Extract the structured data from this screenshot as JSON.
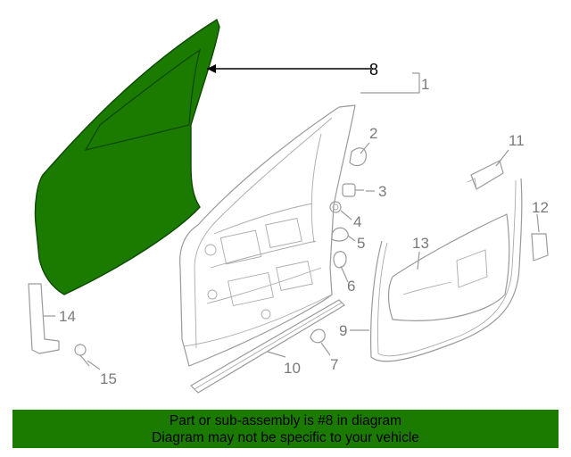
{
  "colors": {
    "highlight_part": "#1b7a00",
    "footer_bg": "#1b7a00",
    "line": "#9a9a9a",
    "label": "#7a7a7a"
  },
  "labels": {
    "l1": "1",
    "l2": "2",
    "l3": "3",
    "l4": "4",
    "l5": "5",
    "l6": "6",
    "l7": "7",
    "l8": "8",
    "l9": "9",
    "l10": "10",
    "l11": "11",
    "l12": "12",
    "l13": "13",
    "l14": "14",
    "l15": "15"
  },
  "highlighted_part": "8",
  "footer": {
    "line1": "Part or sub-assembly is #8 in diagram",
    "line2": "Diagram may not be specific to your vehicle"
  }
}
